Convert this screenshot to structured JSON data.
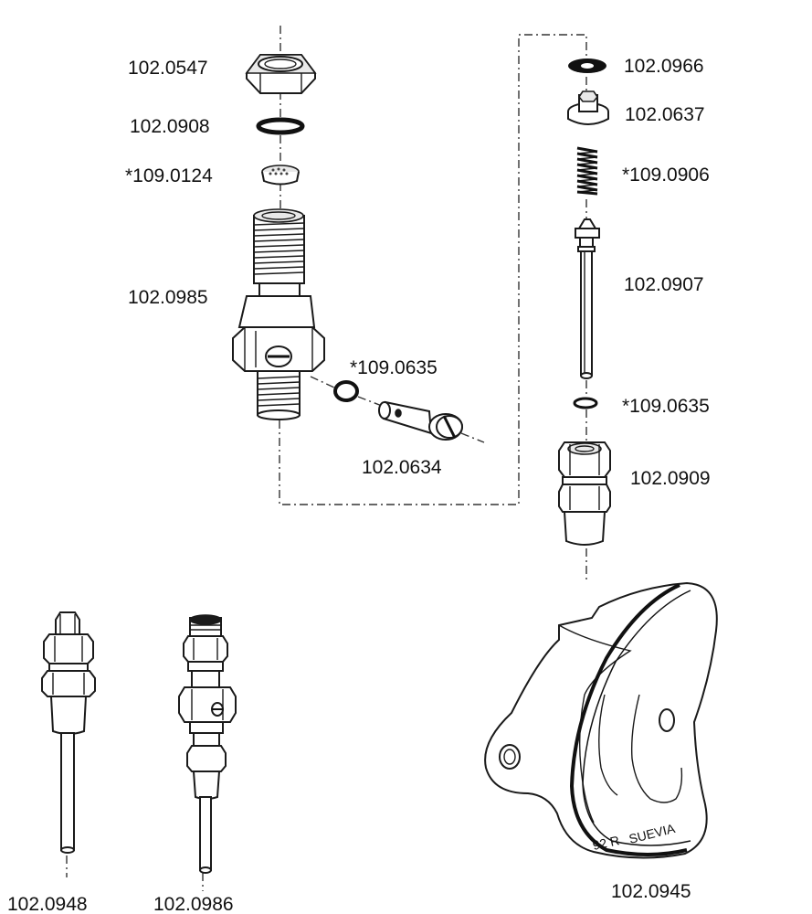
{
  "labels": {
    "nut": "102.0547",
    "ring_top": "102.0908",
    "filter": "*109.0124",
    "body": "102.0985",
    "oring_side": "*109.0635",
    "banjo_bolt": "102.0634",
    "washer_top": "102.0966",
    "cap": "102.0637",
    "spring": "*109.0906",
    "needle": "102.0907",
    "oring_low": "*109.0635",
    "housing": "102.0909",
    "fitting_a": "102.0948",
    "fitting_b": "102.0986",
    "handle": "102.0945"
  },
  "handle_stamp": {
    "size": "92 R",
    "brand": "SUEVIA"
  }
}
